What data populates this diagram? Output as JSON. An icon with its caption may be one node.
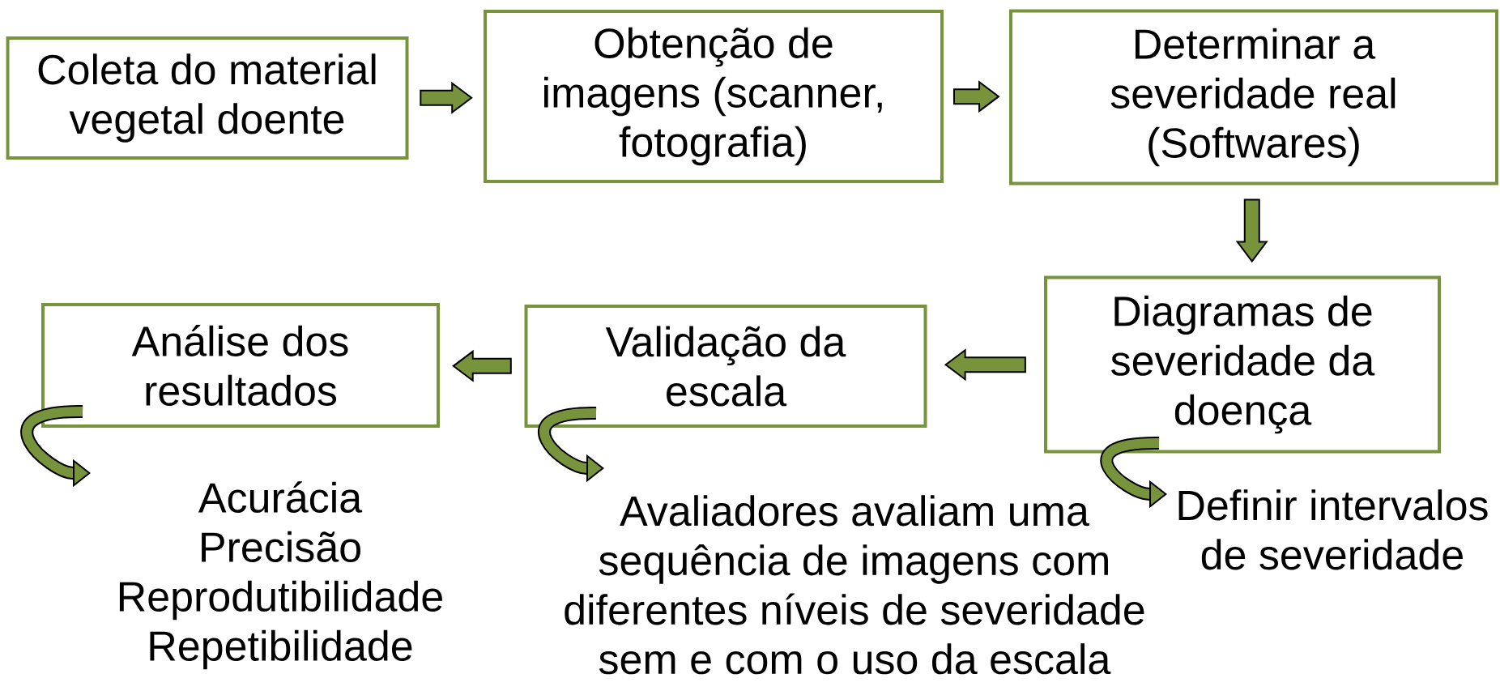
{
  "diagram": {
    "nodes": [
      {
        "text": [
          "Coleta do material vegetal doente"
        ]
      },
      {
        "text": [
          "Obtenção de imagens (scanner, fotografia)"
        ]
      },
      {
        "text": [
          "Determinar a severidade real (Softwares)"
        ]
      },
      {
        "text": [
          "Diagramas de severidade da doença"
        ]
      },
      {
        "text": [
          "Validação da escala"
        ]
      },
      {
        "text": [
          "Análise dos resultados"
        ]
      },
      {
        "text": [
          "Definir intervalos de severidade"
        ]
      },
      {
        "text": [
          "Avaliadores avaliam uma sequência de imagens com diferentes níveis de severidade sem e com o uso da escala"
        ]
      },
      {
        "text": [
          "Acurácia",
          "Precisão",
          "Reprodutibilidade",
          "Repetibilidade"
        ]
      }
    ],
    "edges": [
      {
        "from": 0,
        "to": 1,
        "arrow": "to"
      },
      {
        "from": 1,
        "to": 2,
        "arrow": "to"
      },
      {
        "from": 2,
        "to": 3,
        "arrow": "to"
      },
      {
        "from": 3,
        "to": 4,
        "arrow": "to"
      },
      {
        "from": 4,
        "to": 5,
        "arrow": "to"
      },
      {
        "from": 3,
        "to": 6,
        "arrow": "to"
      },
      {
        "from": 4,
        "to": 7,
        "arrow": "to"
      },
      {
        "from": 5,
        "to": 8,
        "arrow": "to"
      }
    ]
  }
}
